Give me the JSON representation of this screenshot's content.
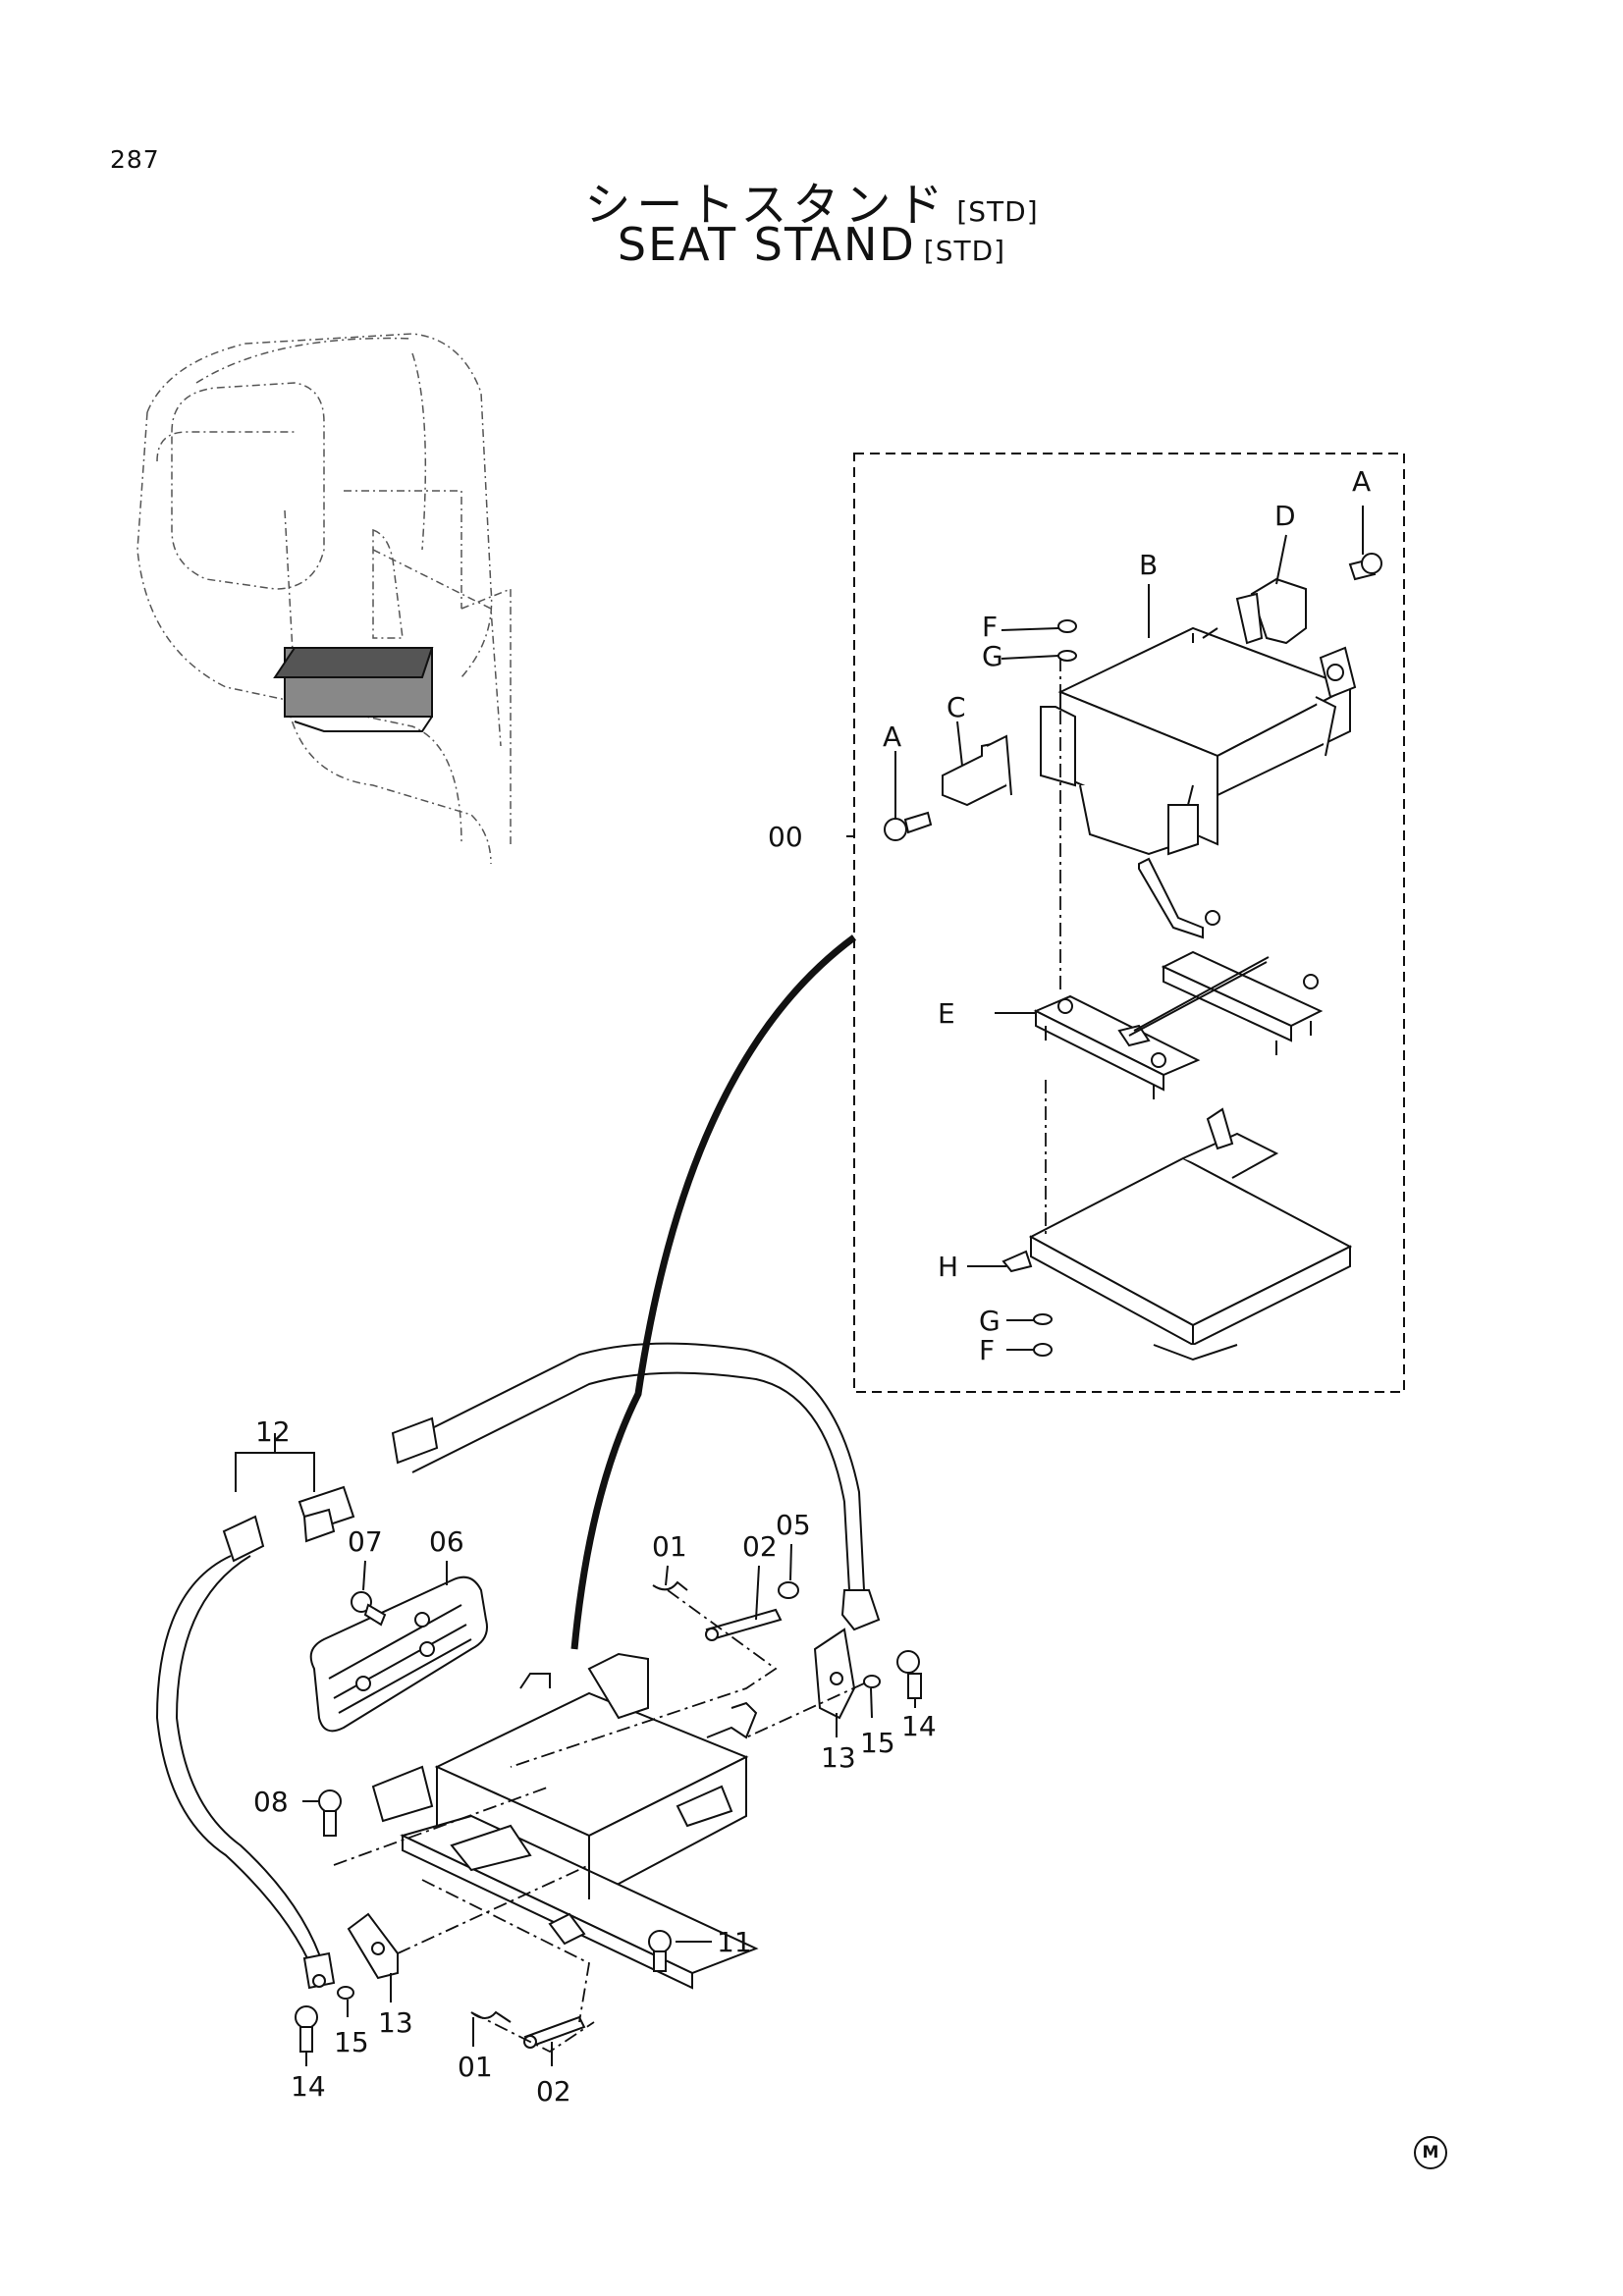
{
  "page_number": "287",
  "title_jp": "シートスタンド",
  "title_en": "SEAT STAND",
  "variant_tag": "[STD]",
  "corner_mark": "M",
  "assembly_callouts": [
    "A",
    "A",
    "B",
    "C",
    "D",
    "E",
    "F",
    "F",
    "G",
    "G",
    "H",
    "00"
  ],
  "part_callouts": [
    "01",
    "01",
    "02",
    "02",
    "05",
    "06",
    "07",
    "08",
    "11",
    "12",
    "13",
    "13",
    "14",
    "14",
    "15",
    "15"
  ]
}
